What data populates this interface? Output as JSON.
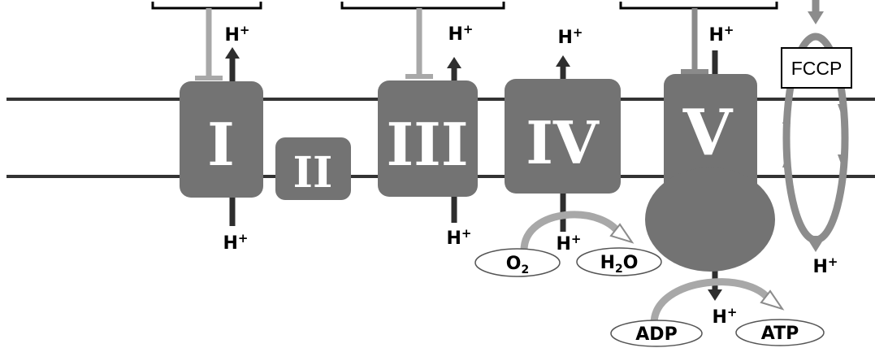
{
  "complexes": {
    "c1": "I",
    "c2": "II",
    "c3": "III",
    "c4": "IV",
    "c5": "V"
  },
  "proton": "H",
  "proton_sup": "+",
  "molecules": {
    "o2_base": "O",
    "o2_sub": "2",
    "h2o_h": "H",
    "h2o_sub": "2",
    "h2o_o": "O",
    "adp": "ADP",
    "atp": "ATP"
  },
  "uncoupler": "FCCP",
  "colors": {
    "complex_fill": "#737373",
    "membrane": "#333333",
    "arrow_dark": "#2e2e2e",
    "inhibitor_light": "#a8a8a8",
    "inhibitor_mid": "#8a8a8a",
    "fccp_loop": "#8c8c8c"
  }
}
